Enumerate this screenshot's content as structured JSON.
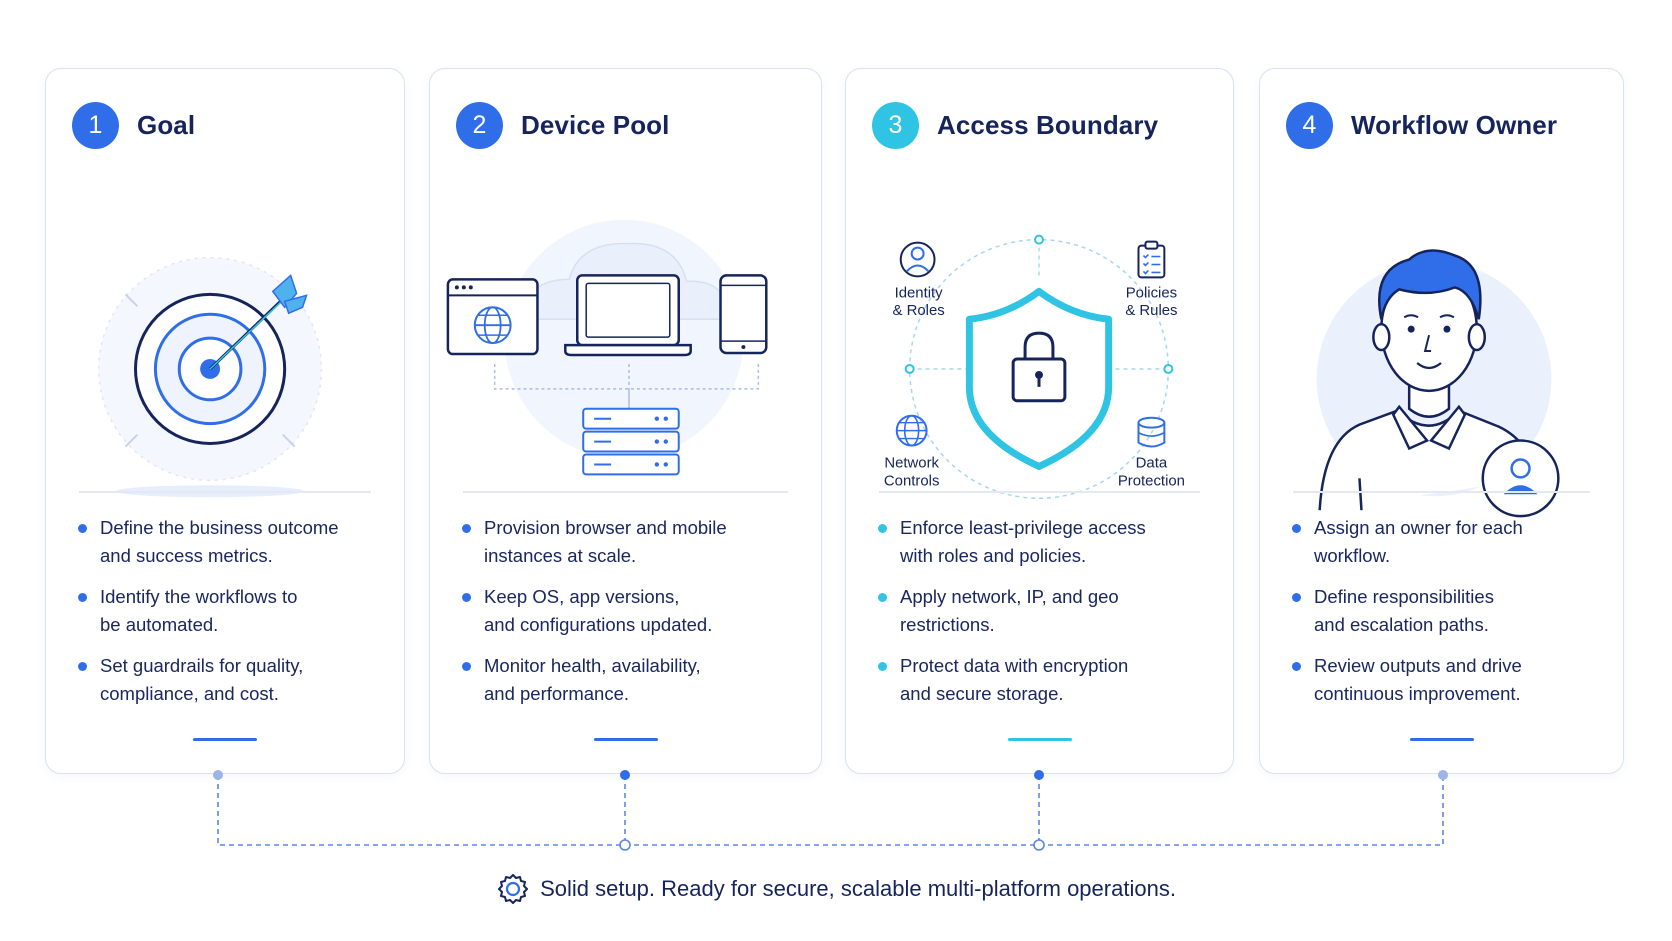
{
  "cards": [
    {
      "number": "1",
      "title": "Goal",
      "accent": "#2f6ee8",
      "bullets": [
        "Define the business outcome\nand success metrics.",
        "Identify the workflows to\nbe automated.",
        "Set guardrails for quality,\ncompliance, and cost."
      ]
    },
    {
      "number": "2",
      "title": "Device Pool",
      "accent": "#2f6ee8",
      "bullets": [
        "Provision browser and mobile\ninstances at scale.",
        "Keep OS, app versions,\nand configurations updated.",
        "Monitor health, availability,\nand performance."
      ]
    },
    {
      "number": "3",
      "title": "Access Boundary",
      "accent": "#2fc4e4",
      "labels": {
        "identity_line1": "Identity",
        "identity_line2": "& Roles",
        "policies_line1": "Policies",
        "policies_line2": "& Rules",
        "network_line1": "Network",
        "network_line2": "Controls",
        "data_line1": "Data",
        "data_line2": "Protection"
      },
      "bullets": [
        "Enforce least-privilege access\nwith roles and policies.",
        "Apply network, IP, and geo\nrestrictions.",
        "Protect data with encryption\nand secure storage."
      ]
    },
    {
      "number": "4",
      "title": "Workflow Owner",
      "accent": "#2f6ee8",
      "bullets": [
        "Assign an owner for each\nworkflow.",
        "Define responsibilities\nand escalation paths.",
        "Review outputs and drive\ncontinuous improvement."
      ]
    }
  ],
  "footer": {
    "icon": "gear-icon",
    "text": "Solid setup. Ready for secure, scalable multi-platform operations."
  },
  "colors": {
    "primary": "#2f6ee8",
    "cyan": "#2fc4e4",
    "navy": "#16245c"
  }
}
